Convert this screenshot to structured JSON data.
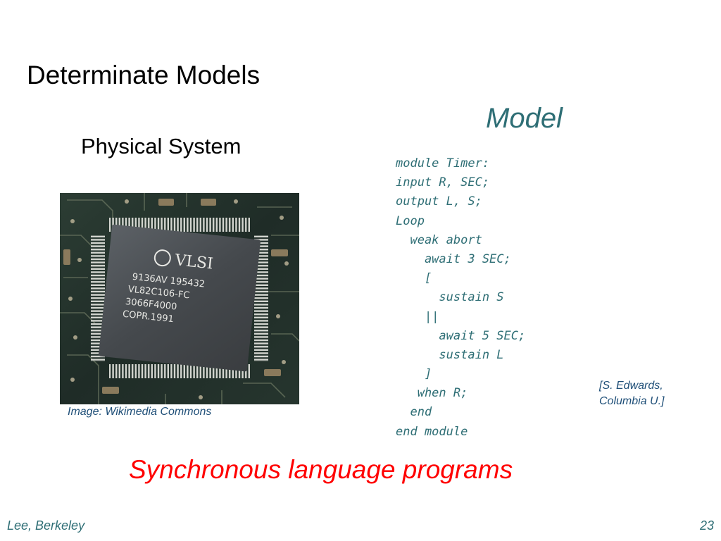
{
  "slide": {
    "title": "Determinate Models",
    "model_heading": "Model",
    "physical_heading": "Physical System",
    "subtitle": "Synchronous language programs"
  },
  "code": {
    "lines": [
      "module Timer:",
      "input R, SEC;",
      "output L, S;",
      "Loop",
      "  weak abort",
      "    await 3 SEC;",
      "    [",
      "      sustain S",
      "    ||",
      "      await 5 SEC;",
      "      sustain L",
      "    ]",
      "   when R;",
      "  end",
      "end module"
    ]
  },
  "image": {
    "caption": "Image: Wikimedia Commons",
    "chip_line1": "VLSI",
    "chip_line2": "9136AV   195432",
    "chip_line3": "VL82C106-FC",
    "chip_line4": "3066F4000",
    "chip_line5": "COPR.1991"
  },
  "citation": {
    "line1": "[S. Edwards,",
    "line2": "Columbia U.]"
  },
  "footer": {
    "left": "Lee, Berkeley",
    "right": "23"
  }
}
